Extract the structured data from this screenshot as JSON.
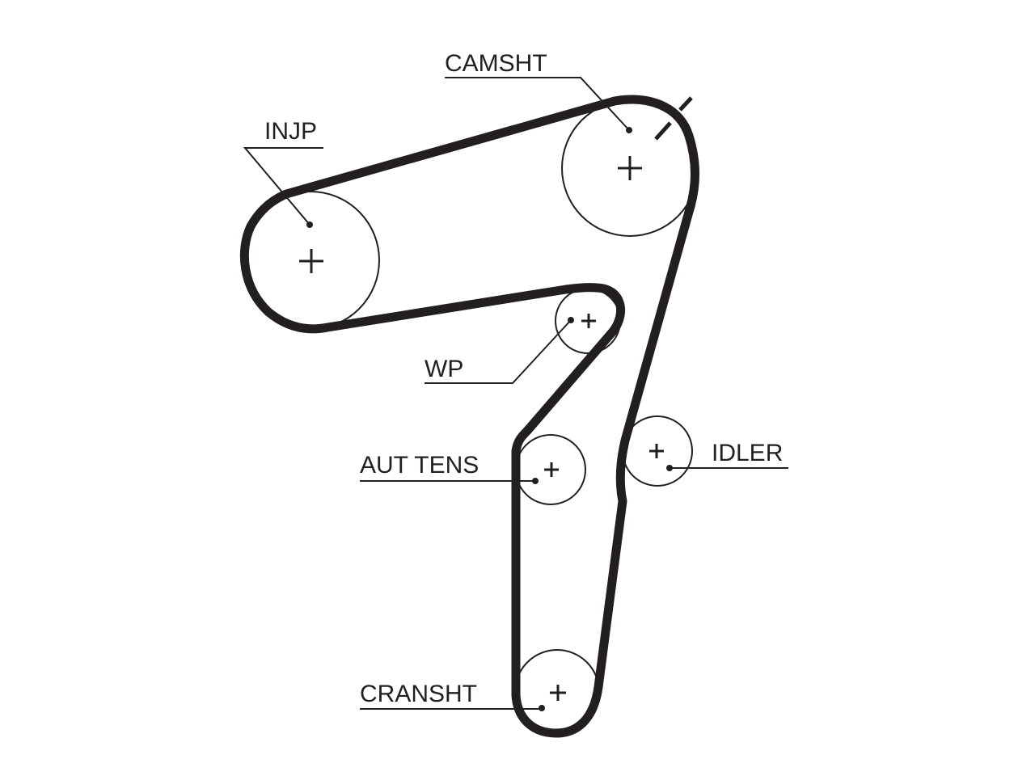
{
  "diagram": {
    "labels": {
      "camshaft": "CAMSHT",
      "injection_pump": "INJP",
      "water_pump": "WP",
      "auto_tensioner": "AUT TENS",
      "idler": "IDLER",
      "crankshaft": "CRANSHT"
    }
  }
}
